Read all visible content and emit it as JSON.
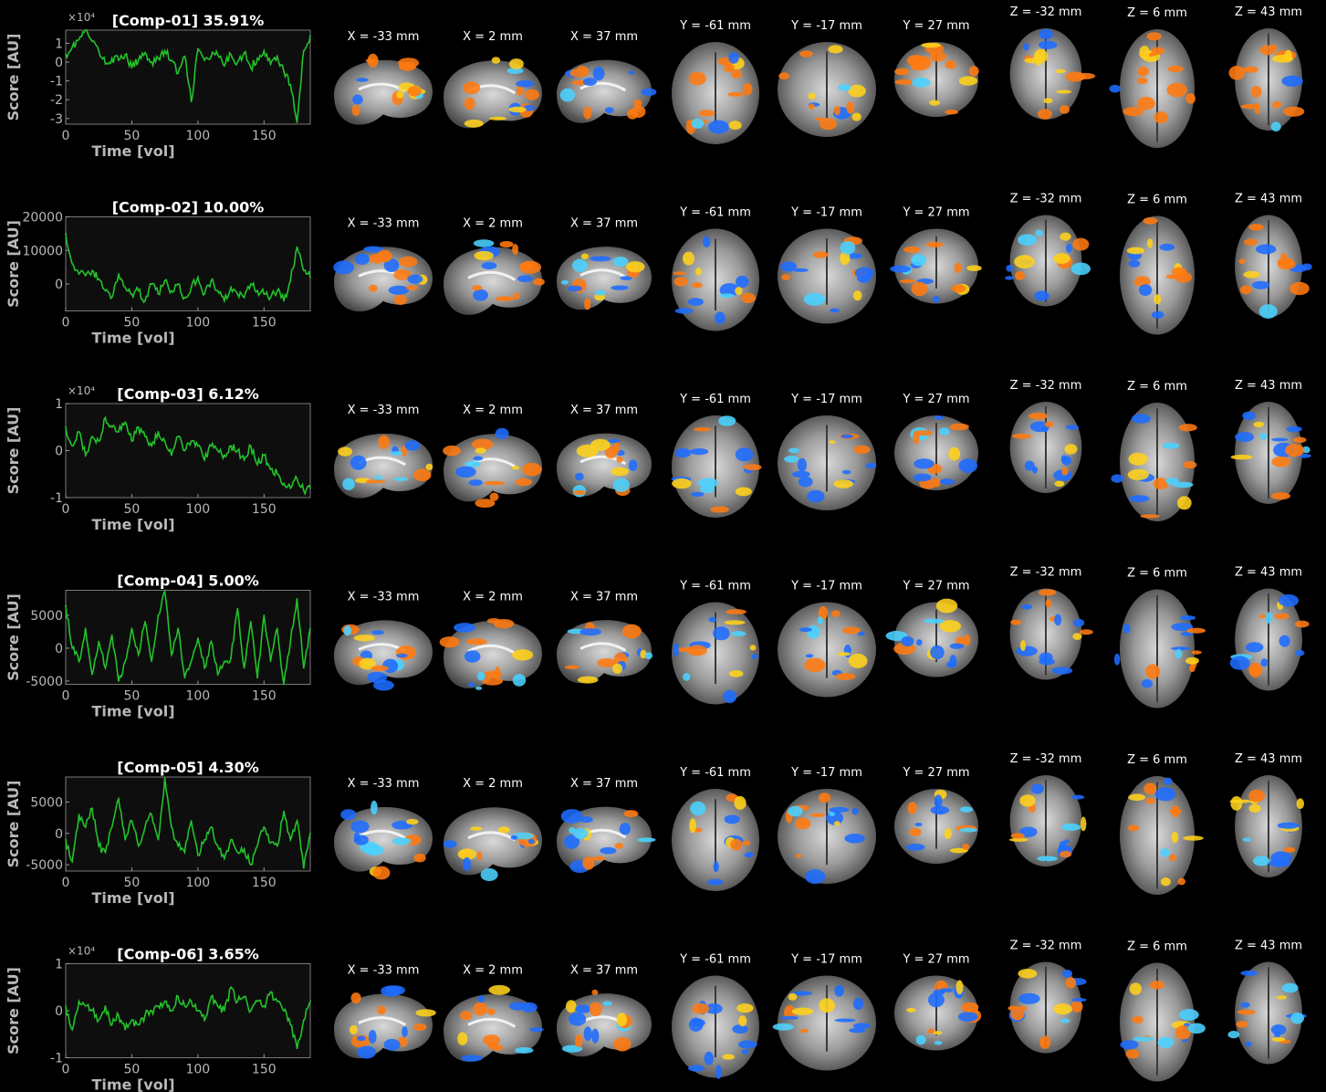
{
  "chart_data": [
    {
      "type": "line",
      "title": "[Comp-01] 35.91%",
      "xlabel": "Time [vol]",
      "ylabel": "Score [AU]",
      "exponent": "×10⁴",
      "xlim": [
        0,
        185
      ],
      "ylim": [
        -3.3,
        1.7
      ],
      "xticks": [
        "0",
        "50",
        "100",
        "150"
      ],
      "xtick_values": [
        0,
        50,
        100,
        150
      ],
      "yticks": [
        "1",
        "0",
        "-1",
        "-2",
        "-3"
      ],
      "ytick_values": [
        1,
        0,
        -1,
        -2,
        -3
      ],
      "x": [
        0,
        5,
        10,
        15,
        20,
        25,
        30,
        35,
        40,
        45,
        50,
        55,
        60,
        65,
        70,
        75,
        80,
        85,
        90,
        95,
        100,
        105,
        110,
        115,
        120,
        125,
        130,
        135,
        140,
        145,
        150,
        155,
        160,
        165,
        170,
        175,
        180,
        185
      ],
      "values": [
        0.4,
        0.8,
        1.2,
        1.7,
        1.1,
        0.6,
        -0.1,
        0.2,
        0.1,
        0.4,
        -0.3,
        0.1,
        0.5,
        0.0,
        0.2,
        0.6,
        0.1,
        -0.6,
        0.3,
        -2.1,
        0.7,
        0.1,
        0.3,
        0.4,
        -0.2,
        0.4,
        0.0,
        0.5,
        -0.3,
        0.2,
        0.6,
        -0.1,
        0.3,
        -0.5,
        -1.2,
        -3.2,
        0.6,
        1.4
      ],
      "color": "#22c32a"
    },
    {
      "type": "line",
      "title": "[Comp-02] 10.00%",
      "xlabel": "Time [vol]",
      "ylabel": "Score [AU]",
      "exponent": "",
      "xlim": [
        0,
        185
      ],
      "ylim": [
        -8000,
        20000
      ],
      "xticks": [
        "0",
        "50",
        "100",
        "150"
      ],
      "xtick_values": [
        0,
        50,
        100,
        150
      ],
      "yticks": [
        "20000",
        "10000",
        "0"
      ],
      "ytick_values": [
        20000,
        10000,
        0
      ],
      "x": [
        0,
        5,
        10,
        15,
        20,
        25,
        30,
        35,
        40,
        45,
        50,
        55,
        60,
        65,
        70,
        75,
        80,
        85,
        90,
        95,
        100,
        105,
        110,
        115,
        120,
        125,
        130,
        135,
        140,
        145,
        150,
        155,
        160,
        165,
        170,
        175,
        180,
        185
      ],
      "values": [
        15000,
        6000,
        3000,
        2500,
        4000,
        1500,
        -2000,
        -4000,
        3000,
        -1000,
        -3000,
        -2000,
        -5000,
        0,
        -3000,
        1000,
        -2000,
        0,
        -4000,
        -1000,
        2000,
        -3000,
        1000,
        -2000,
        -5000,
        -1000,
        -3000,
        -4000,
        0,
        -2000,
        -3000,
        -4000,
        -2000,
        -5000,
        1000,
        11000,
        4000,
        2000
      ],
      "color": "#22c32a"
    },
    {
      "type": "line",
      "title": "[Comp-03] 6.12%",
      "xlabel": "Time [vol]",
      "ylabel": "Score [AU]",
      "exponent": "×10⁴",
      "xlim": [
        0,
        185
      ],
      "ylim": [
        -1,
        1
      ],
      "xticks": [
        "0",
        "50",
        "100",
        "150"
      ],
      "xtick_values": [
        0,
        50,
        100,
        150
      ],
      "yticks": [
        "1",
        "0",
        "-1"
      ],
      "ytick_values": [
        1,
        0,
        -1
      ],
      "x": [
        0,
        5,
        10,
        15,
        20,
        25,
        30,
        35,
        40,
        45,
        50,
        55,
        60,
        65,
        70,
        75,
        80,
        85,
        90,
        95,
        100,
        105,
        110,
        115,
        120,
        125,
        130,
        135,
        140,
        145,
        150,
        155,
        160,
        165,
        170,
        175,
        180,
        185
      ],
      "values": [
        0.5,
        0.1,
        0.4,
        -0.1,
        0.3,
        0.2,
        0.7,
        0.5,
        0.4,
        0.6,
        0.2,
        0.5,
        0.3,
        0.1,
        0.4,
        0.2,
        -0.1,
        0.3,
        0.0,
        0.2,
        0.1,
        -0.2,
        0.1,
        0.0,
        -0.1,
        0.1,
        0.0,
        -0.2,
        0.1,
        -0.3,
        -0.1,
        -0.4,
        -0.5,
        -0.7,
        -0.8,
        -0.6,
        -0.85,
        -0.8
      ],
      "color": "#22c32a"
    },
    {
      "type": "line",
      "title": "[Comp-04] 5.00%",
      "xlabel": "Time [vol]",
      "ylabel": "Score [AU]",
      "exponent": "",
      "xlim": [
        0,
        185
      ],
      "ylim": [
        -5500,
        8800
      ],
      "xticks": [
        "0",
        "50",
        "100",
        "150"
      ],
      "xtick_values": [
        0,
        50,
        100,
        150
      ],
      "yticks": [
        "5000",
        "0",
        "-5000"
      ],
      "ytick_values": [
        5000,
        0,
        -5000
      ],
      "x": [
        0,
        5,
        10,
        15,
        20,
        25,
        30,
        35,
        40,
        45,
        50,
        55,
        60,
        65,
        70,
        75,
        80,
        85,
        90,
        95,
        100,
        105,
        110,
        115,
        120,
        125,
        130,
        135,
        140,
        145,
        150,
        155,
        160,
        165,
        170,
        175,
        180,
        185
      ],
      "values": [
        6500,
        0,
        -2000,
        3000,
        -4000,
        1000,
        -3000,
        2000,
        -5000,
        -2000,
        3000,
        -1000,
        4000,
        -2000,
        5000,
        8600,
        -1000,
        3000,
        -4500,
        -2000,
        1500,
        -3000,
        1000,
        -4000,
        -2000,
        -1500,
        6000,
        -3000,
        4000,
        -4500,
        5000,
        -2000,
        3000,
        -5500,
        1000,
        7500,
        -3000,
        3000
      ],
      "color": "#22c32a"
    },
    {
      "type": "line",
      "title": "[Comp-05] 4.30%",
      "xlabel": "Time [vol]",
      "ylabel": "Score [AU]",
      "exponent": "",
      "xlim": [
        0,
        185
      ],
      "ylim": [
        -6000,
        9000
      ],
      "xticks": [
        "0",
        "50",
        "100",
        "150"
      ],
      "xtick_values": [
        0,
        50,
        100,
        150
      ],
      "yticks": [
        "5000",
        "0",
        "-5000"
      ],
      "ytick_values": [
        5000,
        0,
        -5000
      ],
      "x": [
        0,
        5,
        10,
        15,
        20,
        25,
        30,
        35,
        40,
        45,
        50,
        55,
        60,
        65,
        70,
        75,
        80,
        85,
        90,
        95,
        100,
        105,
        110,
        115,
        120,
        125,
        130,
        135,
        140,
        145,
        150,
        155,
        160,
        165,
        170,
        175,
        180,
        185
      ],
      "values": [
        -1000,
        -4500,
        3000,
        1000,
        4000,
        -2000,
        -3000,
        1000,
        5500,
        -1000,
        2000,
        -2000,
        1000,
        3000,
        -1000,
        8800,
        1000,
        -2000,
        -3000,
        2000,
        -3500,
        -1000,
        1000,
        -2000,
        -4000,
        -1000,
        -3000,
        -2500,
        -5000,
        -2000,
        1000,
        -1500,
        -2000,
        3500,
        -1000,
        2000,
        -5500,
        0
      ],
      "color": "#22c32a"
    },
    {
      "type": "line",
      "title": "[Comp-06] 3.65%",
      "xlabel": "Time [vol]",
      "ylabel": "Score [AU]",
      "exponent": "×10⁴",
      "xlim": [
        0,
        185
      ],
      "ylim": [
        -1,
        1
      ],
      "xticks": [
        "0",
        "50",
        "100",
        "150"
      ],
      "xtick_values": [
        0,
        50,
        100,
        150
      ],
      "yticks": [
        "1",
        "0",
        "-1"
      ],
      "ytick_values": [
        1,
        0,
        -1
      ],
      "x": [
        0,
        5,
        10,
        15,
        20,
        25,
        30,
        35,
        40,
        45,
        50,
        55,
        60,
        65,
        70,
        75,
        80,
        85,
        90,
        95,
        100,
        105,
        110,
        115,
        120,
        125,
        130,
        135,
        140,
        145,
        150,
        155,
        160,
        165,
        170,
        175,
        180,
        185
      ],
      "values": [
        0.1,
        -0.4,
        0.2,
        0.1,
        0.0,
        -0.2,
        0.1,
        -0.3,
        -0.1,
        -0.4,
        -0.2,
        -0.3,
        -0.1,
        0.0,
        0.1,
        0.2,
        0.0,
        0.3,
        0.1,
        0.2,
        0.0,
        -0.2,
        0.3,
        0.1,
        0.0,
        0.5,
        0.2,
        0.3,
        0.0,
        0.2,
        0.1,
        0.4,
        0.2,
        0.0,
        -0.3,
        -0.8,
        -0.2,
        0.2
      ],
      "color": "#22c32a"
    }
  ],
  "slices": [
    {
      "label": "X = -33 mm",
      "view": "sagittal"
    },
    {
      "label": "X = 2 mm",
      "view": "sagittal"
    },
    {
      "label": "X = 37 mm",
      "view": "sagittal"
    },
    {
      "label": "Y = -61 mm",
      "view": "coronal"
    },
    {
      "label": "Y = -17 mm",
      "view": "coronal"
    },
    {
      "label": "Y = 27 mm",
      "view": "coronal"
    },
    {
      "label": "Z = -32 mm",
      "view": "axial"
    },
    {
      "label": "Z = 6 mm",
      "view": "axial"
    },
    {
      "label": "Z = 43 mm",
      "view": "axial"
    }
  ],
  "colors": {
    "background": "#000000",
    "trace": "#22c32a",
    "axis_text": "#b8b8b8",
    "brain": "#9a9a9a",
    "positive": "#ff7a10",
    "positive_strong": "#ffd21a",
    "negative": "#1e6cff",
    "negative_strong": "#4ad2ff"
  }
}
